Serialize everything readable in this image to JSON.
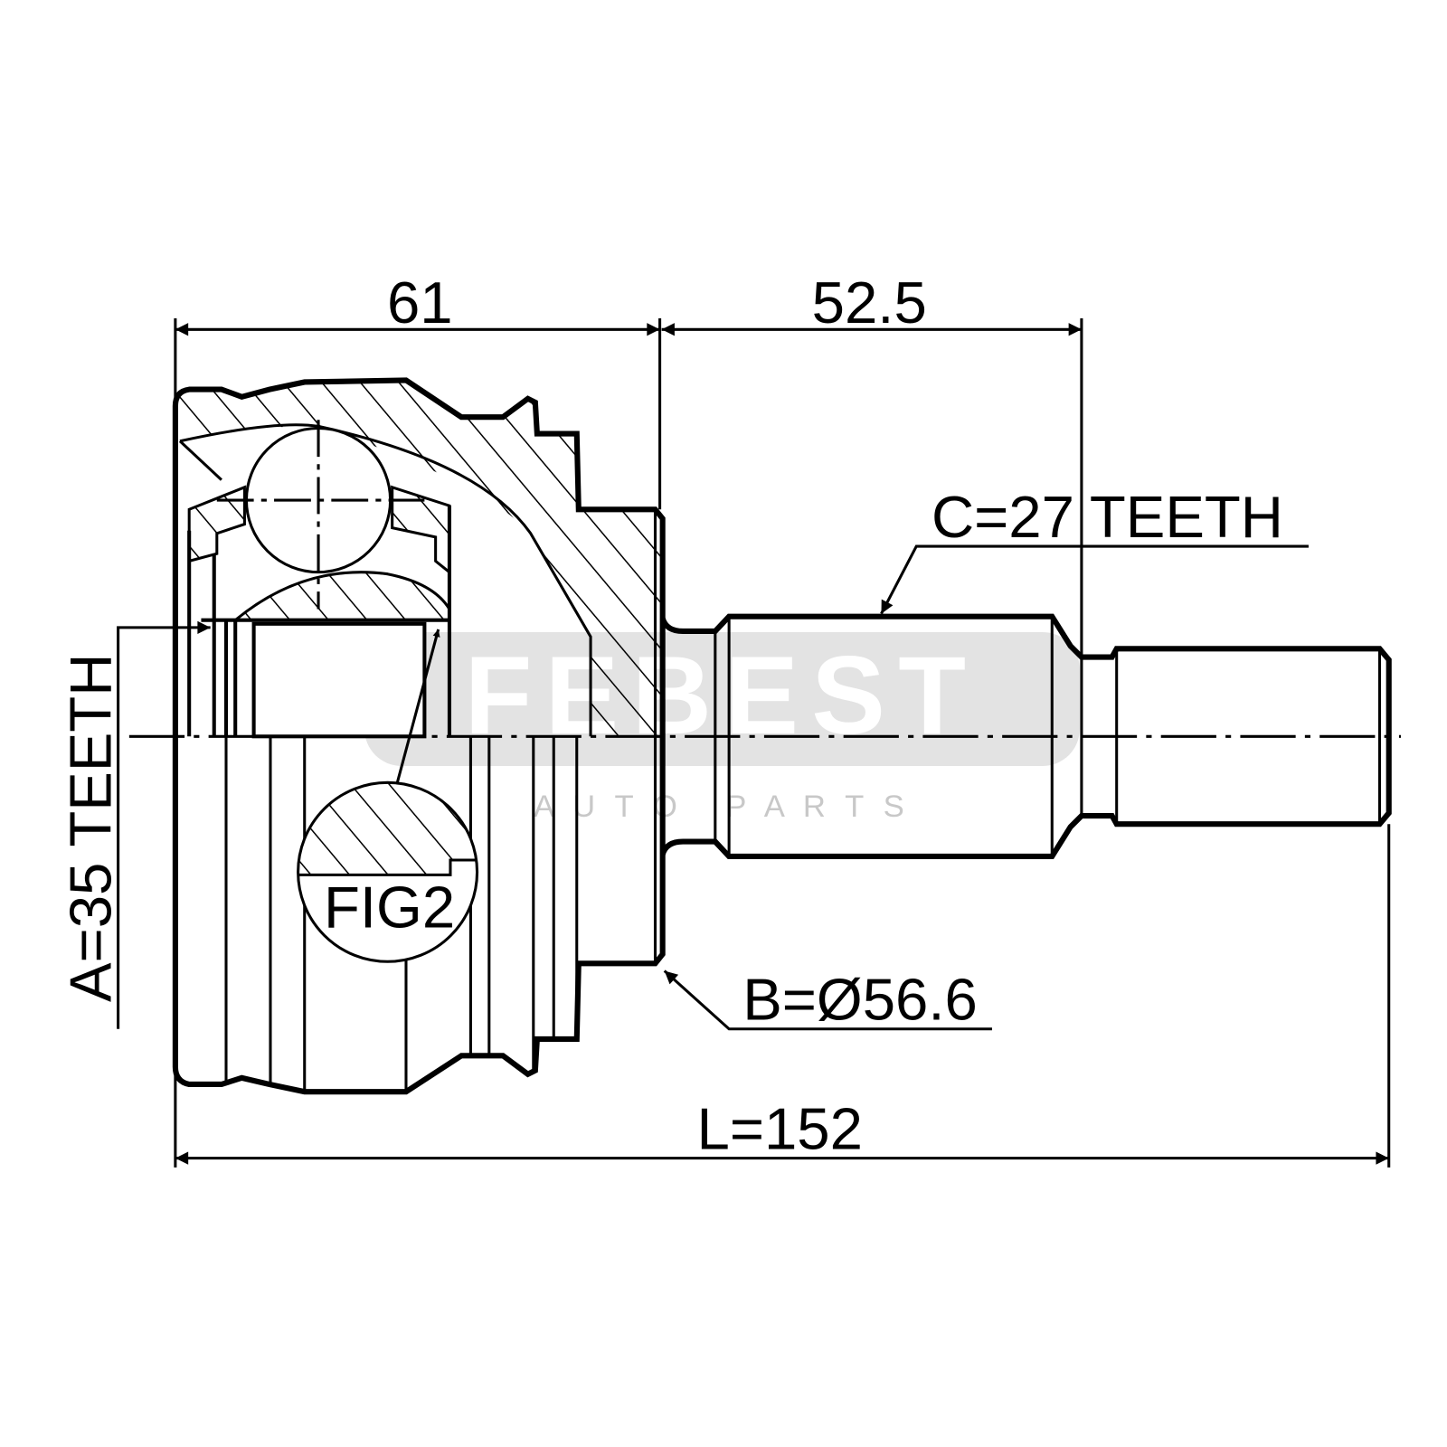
{
  "watermark": {
    "brand": "FEBEST",
    "tagline": "A U T O   P A R T S"
  },
  "dimensions": {
    "housing_length": "61",
    "stem_length": "52.5",
    "overall_length": "L=152",
    "outer_spline": "C=27 TEETH",
    "inner_spline": "A=35 TEETH",
    "abs_diameter": "B=Ø56.6",
    "detail_label": "FIG2"
  }
}
